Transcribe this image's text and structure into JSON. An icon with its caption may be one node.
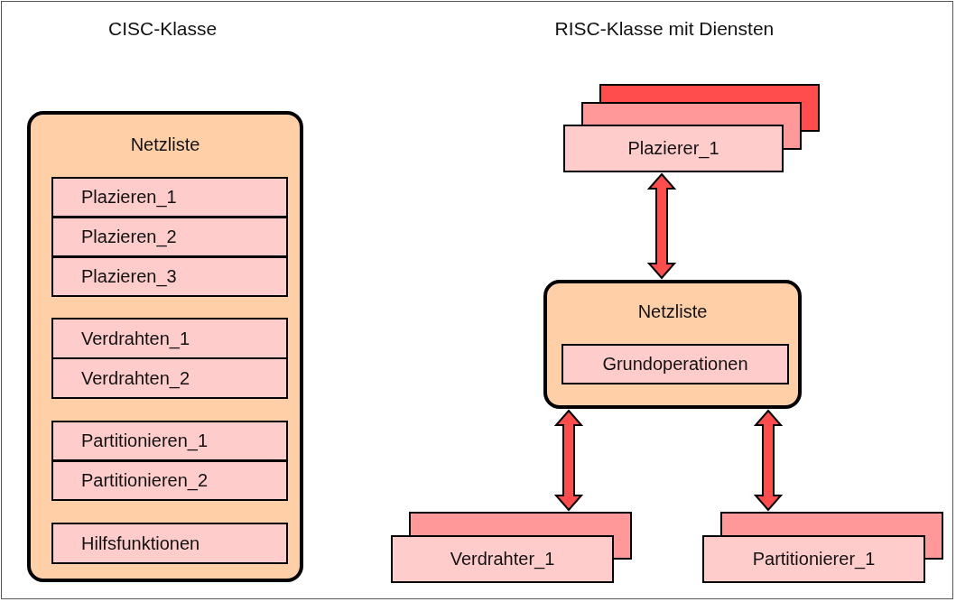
{
  "diagram": {
    "nodes": [
      {
        "text": [
          "Netzliste"
        ]
      },
      {
        "text": [
          "Plazieren_1"
        ],
        "in": 0
      },
      {
        "text": [
          "Plazieren_2"
        ],
        "in": 0
      },
      {
        "text": [
          "Plazieren_3"
        ],
        "in": 0
      },
      {
        "text": [
          "Verdrahten_1"
        ],
        "in": 0
      },
      {
        "text": [
          "Verdrahten_2"
        ],
        "in": 0
      },
      {
        "text": [
          "Partitionieren_1"
        ],
        "in": 0
      },
      {
        "text": [
          "Partitionieren_2"
        ],
        "in": 0
      },
      {
        "text": [
          "Hilfsfunktionen"
        ],
        "in": 0
      },
      {
        "text": [
          "Plazierer_1"
        ]
      },
      {
        "text": [
          "Netzliste"
        ]
      },
      {
        "text": [
          "Grundoperationen"
        ],
        "in": 10
      },
      {
        "text": [
          "Verdrahter_1"
        ]
      },
      {
        "text": [
          "Partitionierer_1"
        ]
      }
    ],
    "edges": [
      {
        "from": 9,
        "to": 10,
        "arrow": "both"
      },
      {
        "from": 10,
        "to": 12,
        "arrow": "both"
      },
      {
        "from": 10,
        "to": 13,
        "arrow": "both"
      }
    ],
    "labels": [
      "CISC-Klasse",
      "RISC-Klasse mit Diensten"
    ]
  }
}
